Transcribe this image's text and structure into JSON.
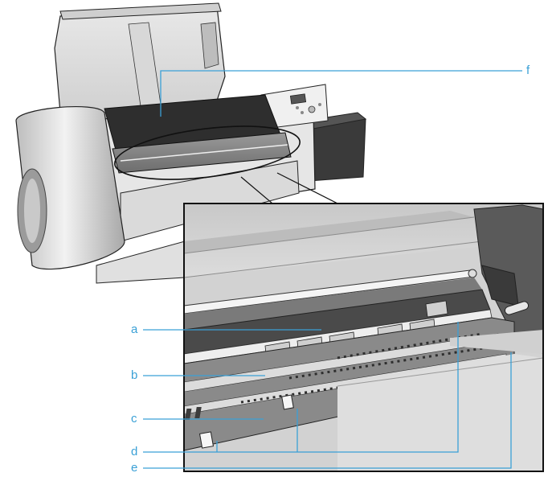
{
  "callouts": {
    "a": "a",
    "b": "b",
    "c": "c",
    "d": "d",
    "e": "e",
    "f": "f"
  },
  "colors": {
    "leader": "#3aa0d6",
    "outline": "#222222",
    "body_light": "#eeeeee",
    "body_mid": "#cfcfcf",
    "body_dark": "#4a4a4a"
  },
  "icons": {
    "printer": "large-format-printer-illustration",
    "detail": "platen-closeup-illustration"
  }
}
